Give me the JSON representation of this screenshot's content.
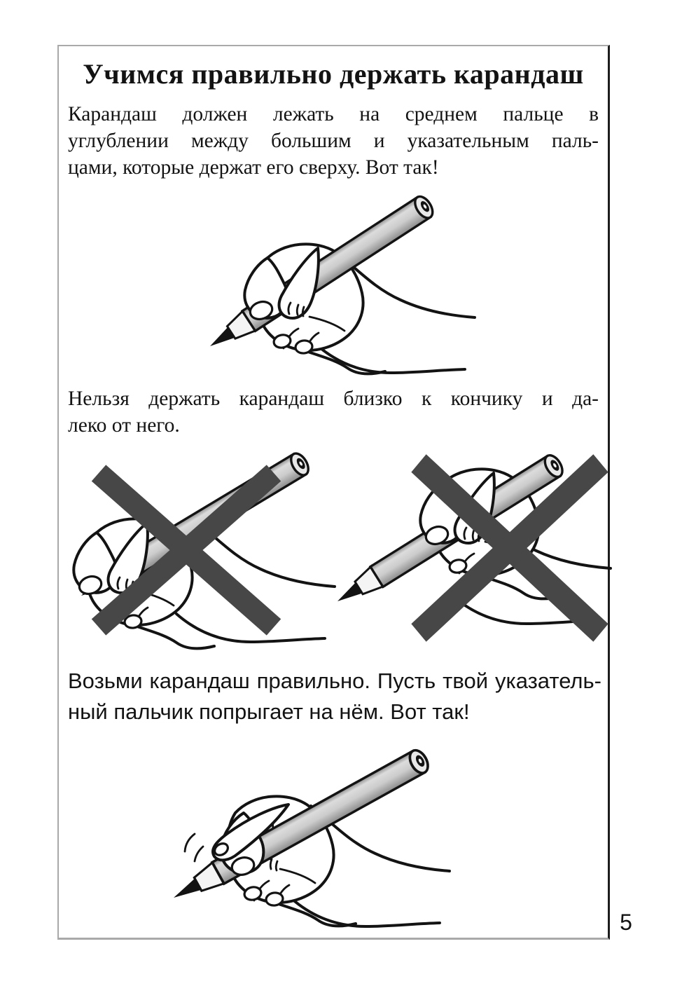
{
  "document": {
    "title": "Учимся правильно держать карандаш",
    "paragraph1": {
      "lines": [
        "Карандаш должен лежать на среднем пальце в",
        "углублении между большим и указательным паль-",
        "цами, которые держат его сверху. Вот так!"
      ]
    },
    "paragraph2": {
      "lines": [
        "Нельзя держать карандаш близко к кончику и да-",
        "леко от него."
      ]
    },
    "paragraph3": {
      "lines": [
        "Возьми карандаш правильно. Пусть твой указатель-",
        "ный пальчик попрыгает на нём. Вот так!"
      ]
    },
    "page_number": "5"
  },
  "illustrations": {
    "correct_grip": "Рука правильно держит карандаш",
    "too_close": "Карандаш слишком близко к кончику — перечёркнуто",
    "too_far": "Карандаш слишком далеко от кончика — перечёркнуто",
    "finger_jump": "Указательный пальчик попрыгает на карандаше"
  },
  "colors": {
    "ink": "#131313",
    "paper": "#ffffff",
    "border_gray": "#a9a9a9",
    "frame_right": "#1c1c1c",
    "cross": "#474747",
    "pencil_light": "#dcdcdc",
    "pencil_mid": "#cccccc",
    "pencil_dark": "#8a8a8a"
  }
}
